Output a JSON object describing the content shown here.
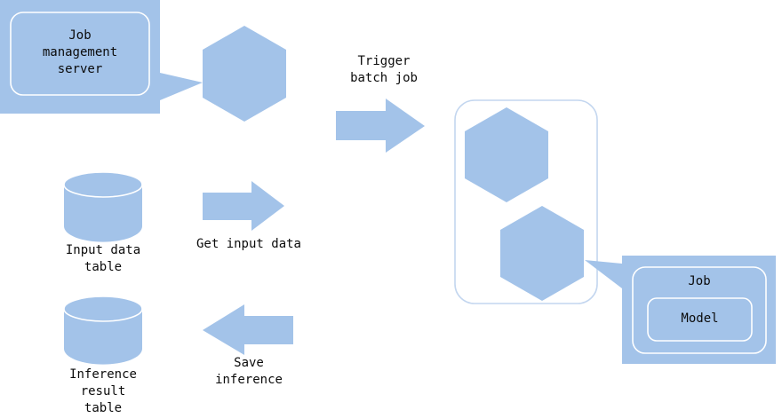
{
  "diagram": {
    "title_text_color": "#0b0b0b",
    "accent_color": "#a3c3e9",
    "outline_color": "#ffffff",
    "container_outline_color": "#c3d6ef",
    "background_color": "#ffffff",
    "nodes": {
      "job_management_server": {
        "label": "Job\nmanagement\nserver",
        "shape": "callout-rounded-rect",
        "tail_direction": "right"
      },
      "server_hexagon": {
        "label": "",
        "shape": "hexagon"
      },
      "cluster_container": {
        "label": "",
        "shape": "rounded-rect"
      },
      "cluster_hexagon_top": {
        "label": "",
        "shape": "hexagon"
      },
      "cluster_hexagon_bottom": {
        "label": "",
        "shape": "hexagon"
      },
      "job_callout": {
        "label": "Job",
        "shape": "callout-rounded-rect",
        "tail_direction": "left"
      },
      "model_box": {
        "label": "Model",
        "shape": "rounded-rect"
      },
      "input_data_table": {
        "label": "Input data\ntable",
        "shape": "cylinder"
      },
      "inference_result_table": {
        "label": "Inference\nresult\ntable",
        "shape": "cylinder"
      }
    },
    "arrows": {
      "trigger_batch_job": {
        "label": "Trigger\nbatch job",
        "direction": "right"
      },
      "get_input_data": {
        "label": "Get input data",
        "direction": "right"
      },
      "save_inference": {
        "label": "Save\ninference",
        "direction": "left"
      }
    }
  }
}
